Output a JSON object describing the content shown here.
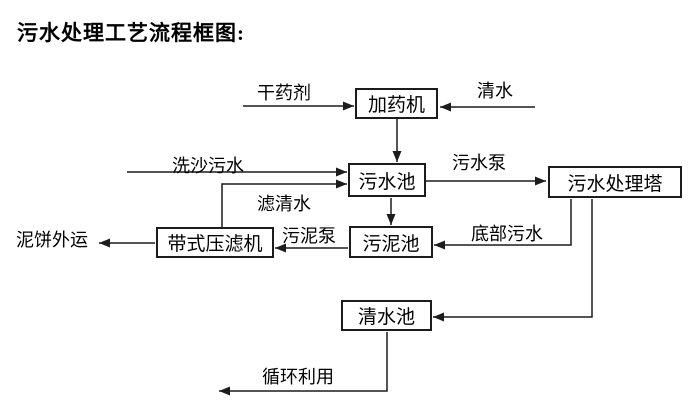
{
  "title": "污水处理工艺流程框图:",
  "nodes": {
    "dosing_machine": "加药机",
    "sewage_pool": "污水池",
    "treatment_tower": "污水处理塔",
    "belt_filter_press": "带式压滤机",
    "sludge_pool": "污泥池",
    "clean_water_pool": "清水池"
  },
  "labels": {
    "dry_agent": "干药剂",
    "clean_water": "清水",
    "sand_washing_sewage": "洗沙污水",
    "sewage_pump": "污水泵",
    "filtered_water": "滤清水",
    "sludge_pump": "污泥泵",
    "bottom_sewage": "底部污水",
    "mud_cake_out": "泥饼外运",
    "recycle": "循环利用"
  },
  "colors": {
    "line": "#1c1c1c",
    "text": "#000000",
    "background": "#ffffff"
  }
}
